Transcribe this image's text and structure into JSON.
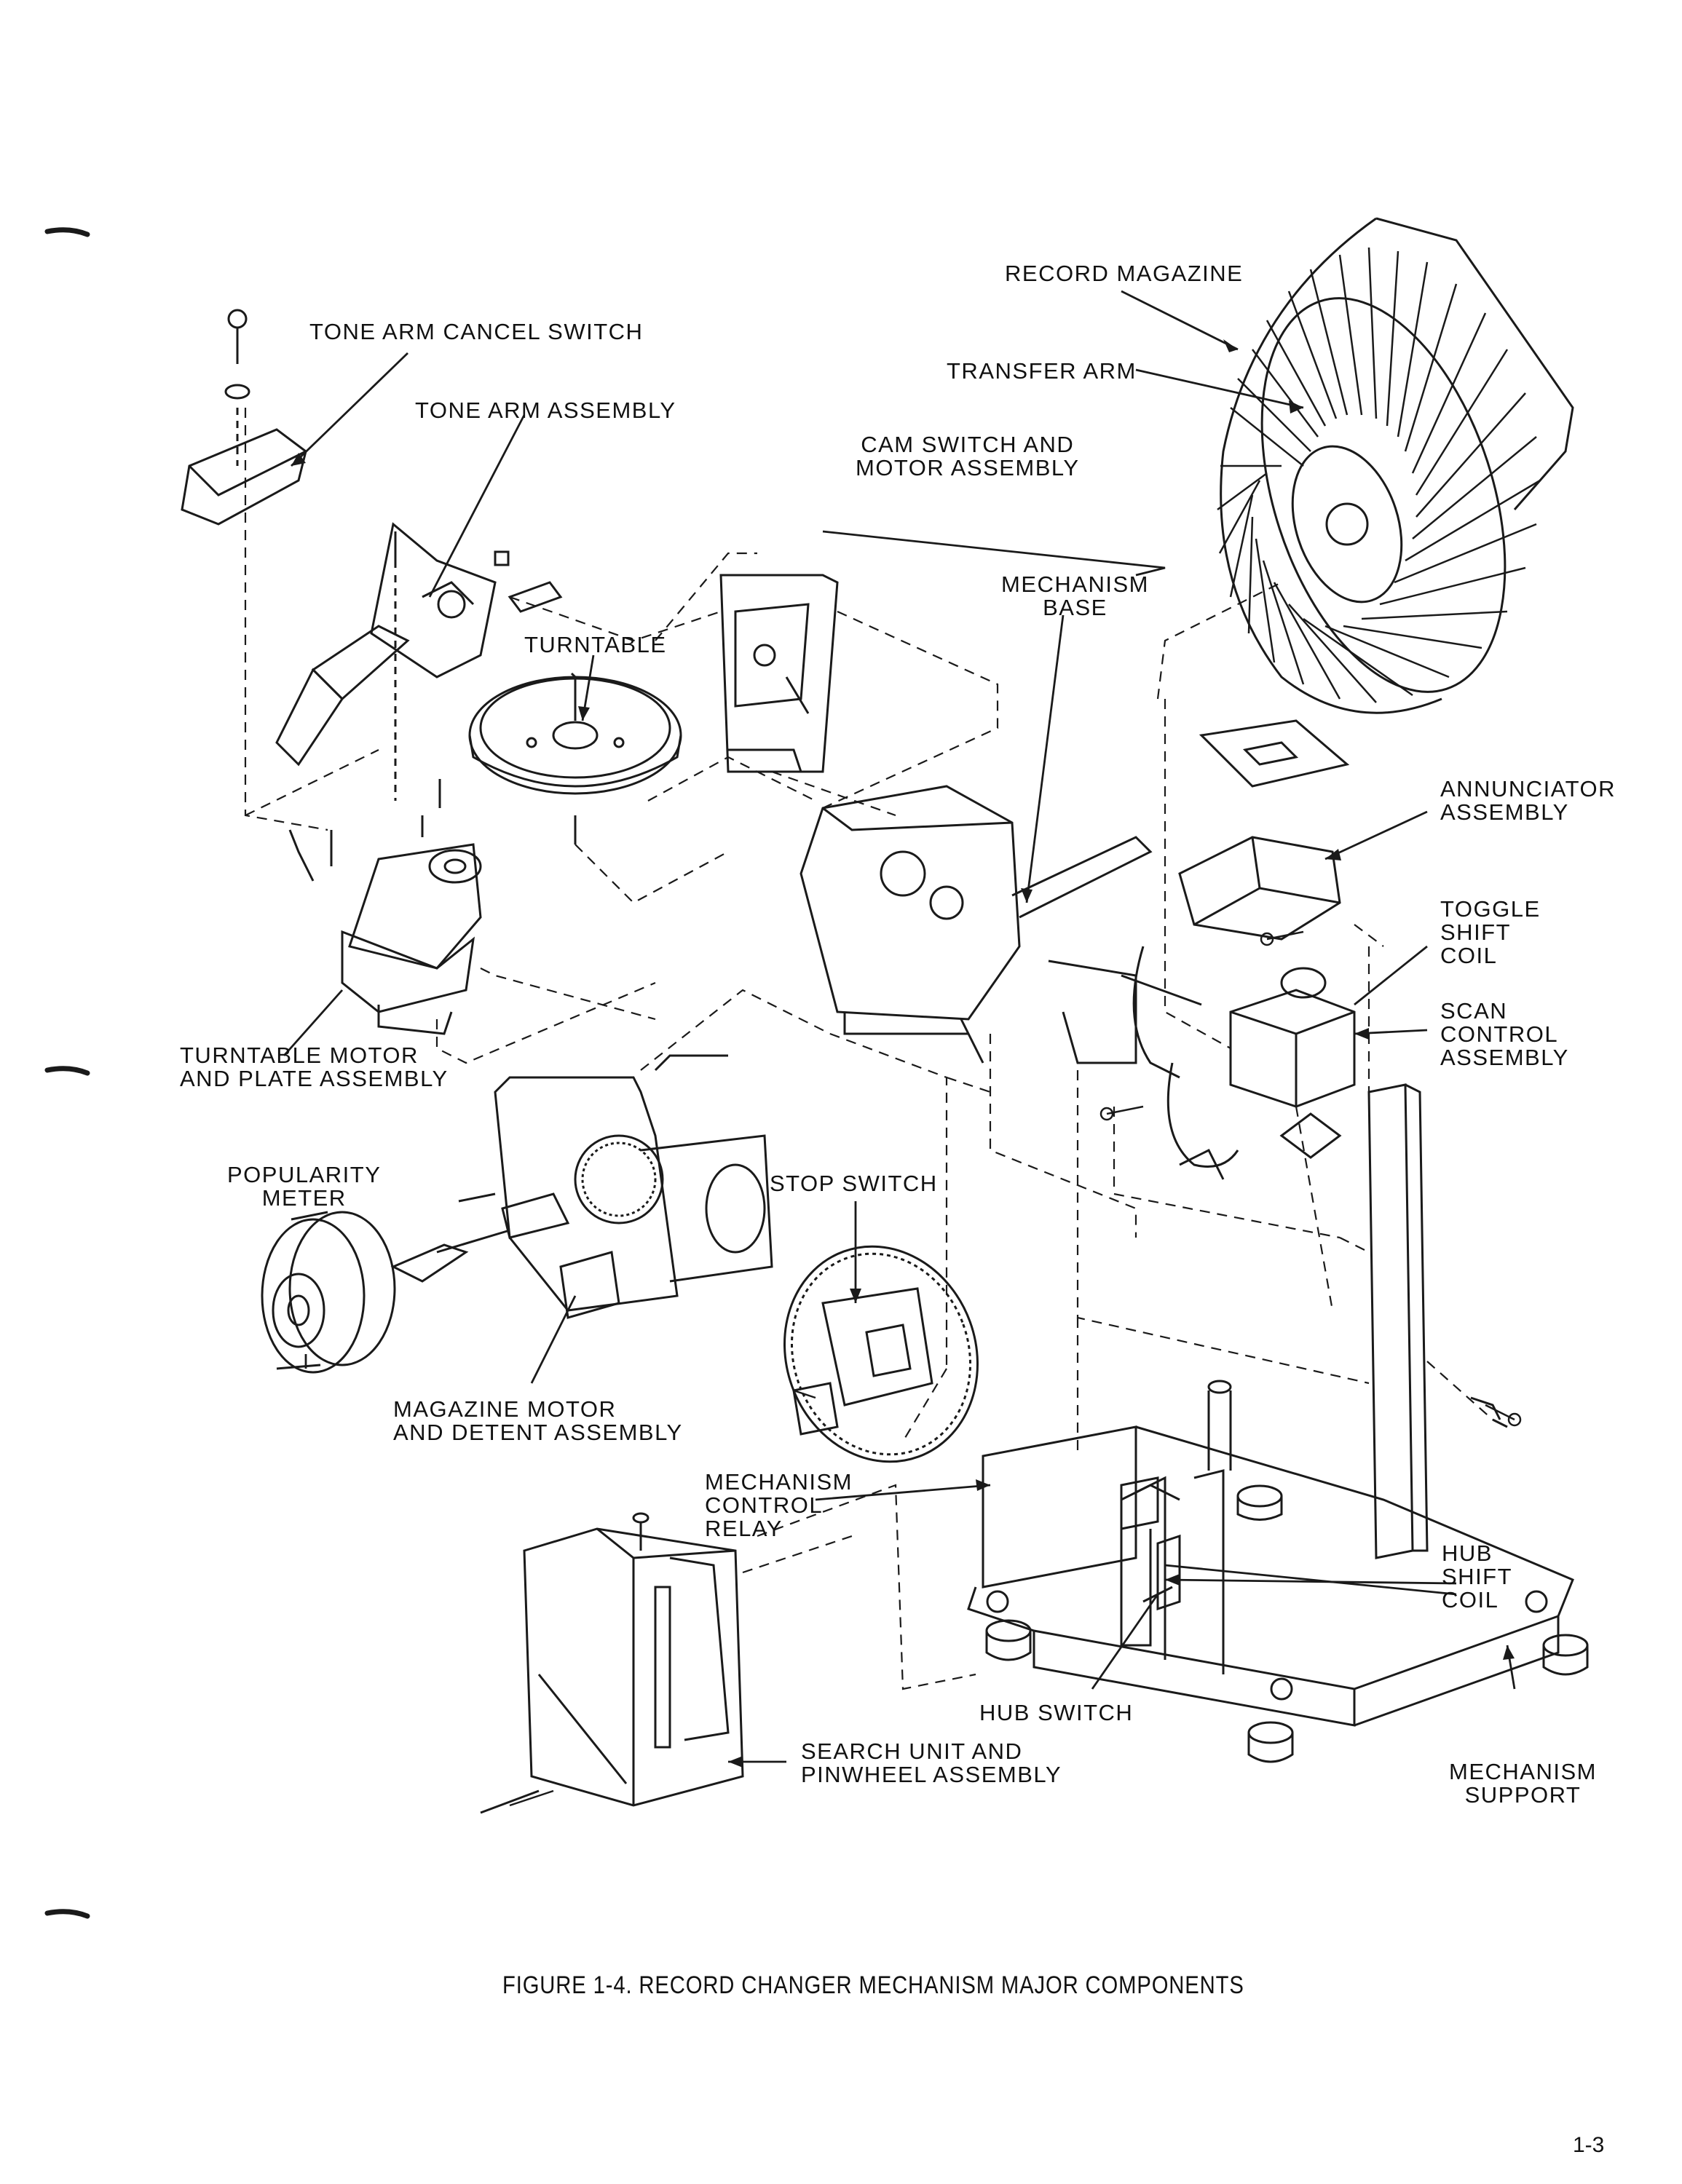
{
  "labels": {
    "tone_arm_cancel_switch": "TONE ARM CANCEL SWITCH",
    "tone_arm_assembly": "TONE ARM ASSEMBLY",
    "record_magazine": "RECORD MAGAZINE",
    "transfer_arm": "TRANSFER ARM",
    "cam_switch": [
      "CAM SWITCH AND",
      "MOTOR ASSEMBLY"
    ],
    "mechanism_base": [
      "MECHANISM",
      "BASE"
    ],
    "turntable": "TURNTABLE",
    "annunciator": [
      "ANNUNCIATOR",
      "ASSEMBLY"
    ],
    "toggle_shift_coil": [
      "TOGGLE",
      "SHIFT",
      "COIL"
    ],
    "scan_control": [
      "SCAN",
      "CONTROL",
      "ASSEMBLY"
    ],
    "turntable_motor": [
      "TURNTABLE MOTOR",
      "AND PLATE ASSEMBLY"
    ],
    "popularity_meter": [
      "POPULARITY",
      "METER"
    ],
    "stop_switch": "STOP SWITCH",
    "magazine_motor": [
      "MAGAZINE MOTOR",
      "AND DETENT ASSEMBLY"
    ],
    "mechanism_control_relay": [
      "MECHANISM",
      "CONTROL",
      "RELAY"
    ],
    "hub_shift_coil": [
      "HUB",
      "SHIFT",
      "COIL"
    ],
    "hub_switch": "HUB SWITCH",
    "search_unit": [
      "SEARCH UNIT AND",
      "PINWHEEL ASSEMBLY"
    ],
    "mechanism_support": [
      "MECHANISM",
      "SUPPORT"
    ]
  },
  "caption": "FIGURE 1-4. RECORD CHANGER MECHANISM MAJOR COMPONENTS",
  "page_number": "1-3"
}
